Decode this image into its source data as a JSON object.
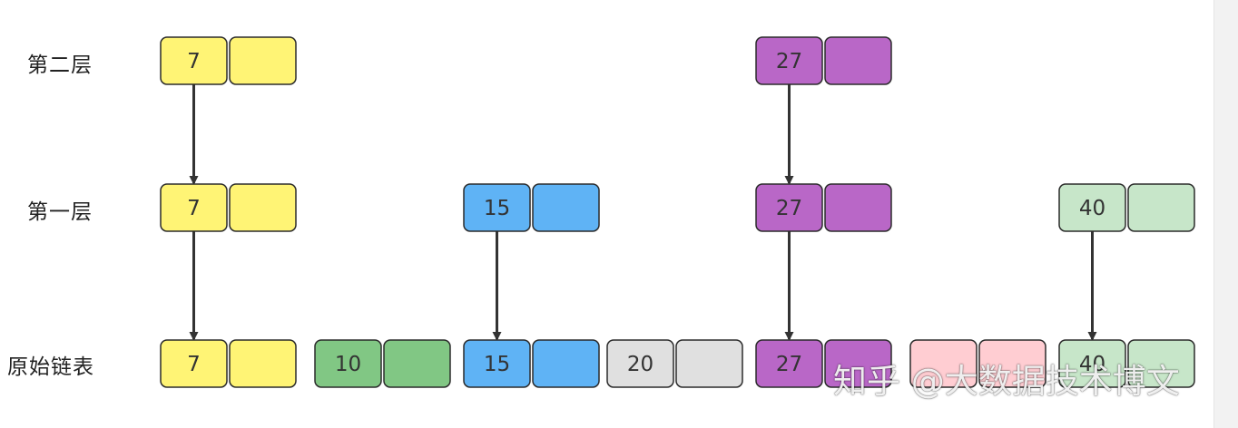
{
  "levels": [
    {
      "key": "level2",
      "label": "第二层"
    },
    {
      "key": "level1",
      "label": "第一层"
    },
    {
      "key": "base",
      "label": "原始链表"
    }
  ],
  "colors": {
    "yellow": "#FFF475",
    "purple": "#B967C7",
    "blue": "#5FB3F5",
    "green_light": "#C7E6C9",
    "green": "#81C784",
    "gray": "#E0E0E0",
    "pink": "#FFCDD2",
    "border": "#2b2b2b",
    "arrow": "#333333"
  },
  "nodes": {
    "level2": [
      {
        "value": "7",
        "color": "yellow"
      },
      {
        "value": "27",
        "color": "purple"
      }
    ],
    "level1": [
      {
        "value": "7",
        "color": "yellow"
      },
      {
        "value": "15",
        "color": "blue"
      },
      {
        "value": "27",
        "color": "purple"
      },
      {
        "value": "40",
        "color": "green_light"
      }
    ],
    "base": [
      {
        "value": "7",
        "color": "yellow"
      },
      {
        "value": "10",
        "color": "green"
      },
      {
        "value": "15",
        "color": "blue"
      },
      {
        "value": "20",
        "color": "gray"
      },
      {
        "value": "27",
        "color": "purple"
      },
      {
        "value": "",
        "color": "pink"
      },
      {
        "value": "40",
        "color": "green_light"
      }
    ]
  },
  "links": [
    {
      "from": "level2",
      "from_index": 0,
      "to": "level1",
      "to_index": 0
    },
    {
      "from": "level2",
      "from_index": 1,
      "to": "level1",
      "to_index": 2
    },
    {
      "from": "level1",
      "from_index": 0,
      "to": "base",
      "to_index": 0
    },
    {
      "from": "level1",
      "from_index": 1,
      "to": "base",
      "to_index": 2
    },
    {
      "from": "level1",
      "from_index": 2,
      "to": "base",
      "to_index": 4
    },
    {
      "from": "level1",
      "from_index": 3,
      "to": "base",
      "to_index": 6
    }
  ],
  "watermark": "知乎 @大数据技术博文"
}
